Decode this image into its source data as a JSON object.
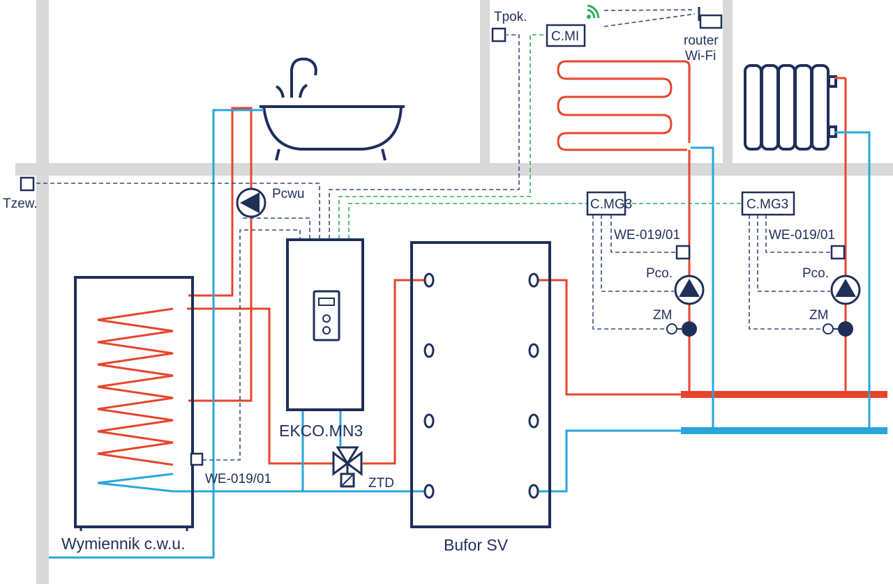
{
  "labels": {
    "tpok": "Tpok.",
    "cmi": "C.MI",
    "router_line1": "router",
    "router_line2": "Wi-Fi",
    "tzew": "Tzew.",
    "pcwu": "Pcwu",
    "cmg3_left": "C.MG3",
    "cmg3_right": "C.MG3",
    "we_left_circuit": "WE-019/01",
    "we_right_circuit": "WE-019/01",
    "pco_left": "Pco.",
    "pco_right": "Pco.",
    "zm_left": "ZM",
    "zm_right": "ZM",
    "we_tank": "WE-019/01",
    "boiler": "EKCO.MN3",
    "ztd": "ZTD",
    "tank": "Wymiennik c.w.u.",
    "buffer": "Bufor SV"
  },
  "colors": {
    "navy": "#1e2f5a",
    "hot": "#e8452c",
    "cold": "#2aa5dc",
    "signal": "#2fae5c",
    "wall": "#d9d9d9"
  },
  "icons": [
    "bathtub-icon",
    "wifi-signal-icon",
    "router-icon",
    "pump-icon",
    "valve-icon",
    "radiator-icon",
    "floor-heating-icon",
    "sensor-icon"
  ]
}
